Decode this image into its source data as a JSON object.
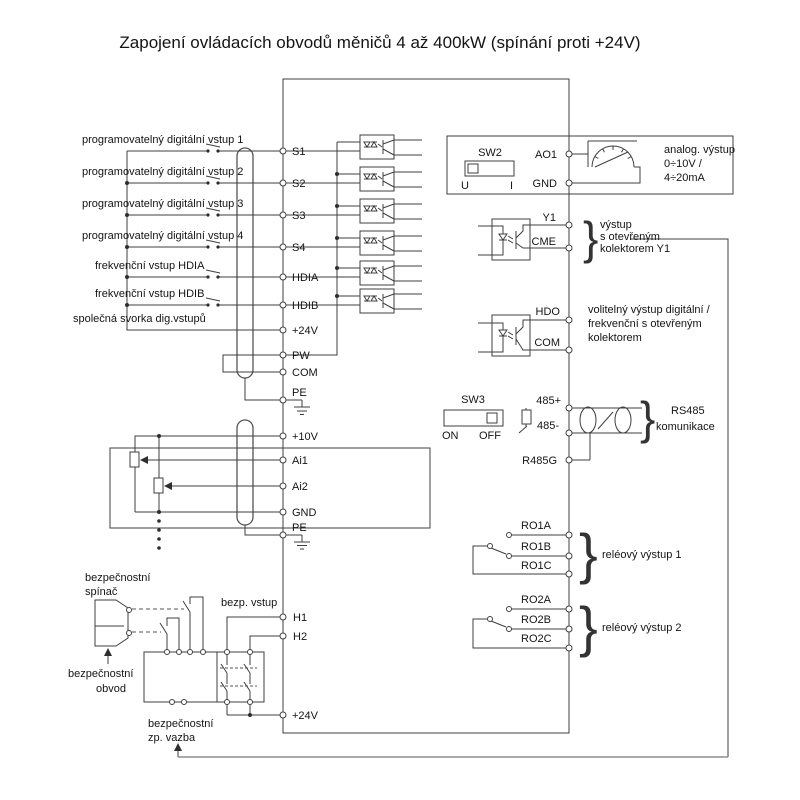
{
  "title": "Zapojení ovládacích obvodů měničů 4 až 400kW (spínání proti +24V)",
  "left_inputs": {
    "di1": "programovatelný digitální vstup 1",
    "di2": "programovatelný digitální vstup 2",
    "di3": "programovatelný digitální vstup 3",
    "di4": "programovatelný digitální vstup 4",
    "hdia": "frekvenční vstup HDIA",
    "hdib": "frekvenční vstup HDIB",
    "common": "společná svorka dig.vstupů"
  },
  "terminals": {
    "s1": "S1",
    "s2": "S2",
    "s3": "S3",
    "s4": "S4",
    "hdia": "HDIA",
    "hdib": "HDIB",
    "p24v": "+24V",
    "pw": "PW",
    "com": "COM",
    "pe": "PE",
    "p10v": "+10V",
    "ai1": "Ai1",
    "ai2": "Ai2",
    "gnd": "GND",
    "pe2": "PE",
    "h1": "H1",
    "h2": "H2",
    "p24v_2": "+24V",
    "ao1": "AO1",
    "gnd_ao": "GND",
    "y1": "Y1",
    "cme": "CME",
    "hdo": "HDO",
    "com_hdo": "COM",
    "rs485_p": "485+",
    "rs485_m": "485-",
    "rs485_g": "R485G",
    "ro1a": "RO1A",
    "ro1b": "RO1B",
    "ro1c": "RO1C",
    "ro2a": "RO2A",
    "ro2b": "RO2B",
    "ro2c": "RO2C"
  },
  "switches": {
    "sw2": "SW2",
    "sw2_left": "U",
    "sw2_right": "I",
    "sw3": "SW3",
    "sw3_left": "ON",
    "sw3_right": "OFF"
  },
  "annotations": {
    "analog_1": "analog. výstup",
    "analog_2": "0÷10V /",
    "analog_3": "4÷20mA",
    "y1_1": "výstup",
    "y1_2": "s otevřeným",
    "y1_3": "kolektorem Y1",
    "hdo_1": "volitelný výstup digitální /",
    "hdo_2": "frekvenční s otevřeným",
    "hdo_3": "kolektorem",
    "rs485_1": "RS485",
    "rs485_2": "komunikace",
    "relay1": "reléový výstup 1",
    "relay2": "reléový výstup 2",
    "brace": "}"
  },
  "safety": {
    "switch_1": "bezpečnostní",
    "switch_2": "spínač",
    "input": "bezp. vstup",
    "circuit_1": "bezpečnostní",
    "circuit_2": "obvod",
    "feedback_1": "bezpečnostní",
    "feedback_2": "zp. vazba"
  }
}
